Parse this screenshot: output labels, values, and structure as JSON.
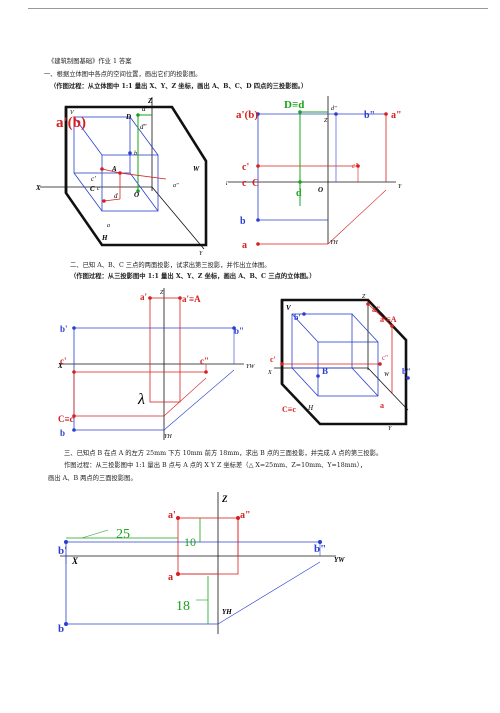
{
  "doc": {
    "title": "《建筑制图基础》作业 1 答案",
    "q1": {
      "line1": "一、根据立体图中各点的空间位置，画出它们的投影图。",
      "line2": "（作图过程：从立体图中 1:1 量出 X、Y、Z 坐标，画出 A、B、C、D 四点的三投影图。）"
    },
    "q2": {
      "line1": "二、已知 A、B、C 三点的两面投影，试求出第三投影，并作出立体图。",
      "line2": "（作图过程：从三投影图中 1:1 量出 X、Y、Z 坐标，画出 A、B、C 三点的立体图。）"
    },
    "q3": {
      "line1": "三、已知点 B 在点 A 的左方 25mm 下方 10mm 前方 18mm，求出 B 点的三面投影，并完成 A 点的第三投影。",
      "line2": "作图过程：从三投影图中 1:1 量出 B 点与 A 点的 X Y Z 坐标差（△ X=25mm、Z=10mm、Y=18mm），",
      "line3": "画出 A、B 两点的三面投影图。"
    }
  },
  "labels": {
    "ab": "a'(b)",
    "a_p": "a'",
    "a_pp": "a\"",
    "a": "a",
    "b": "b",
    "b_p": "b'",
    "b_pp": "b\"",
    "c": "c",
    "c_p": "c'",
    "c_pp": "c\"",
    "C": "C",
    "ceqc": "C≡c",
    "d": "d",
    "d_p": "d'",
    "d_pp": "d\"",
    "D": "D",
    "Deqd": "D≡d",
    "A": "A",
    "B": "B",
    "aeqA": "a'≡A",
    "X": "X",
    "Y": "Y",
    "Z": "Z",
    "O": "O",
    "V": "V",
    "H": "H",
    "W": "W",
    "YH": "YH",
    "YW": "YW",
    "lambda": "λ",
    "dim25": "25",
    "dim10": "10",
    "dim18": "18"
  }
}
